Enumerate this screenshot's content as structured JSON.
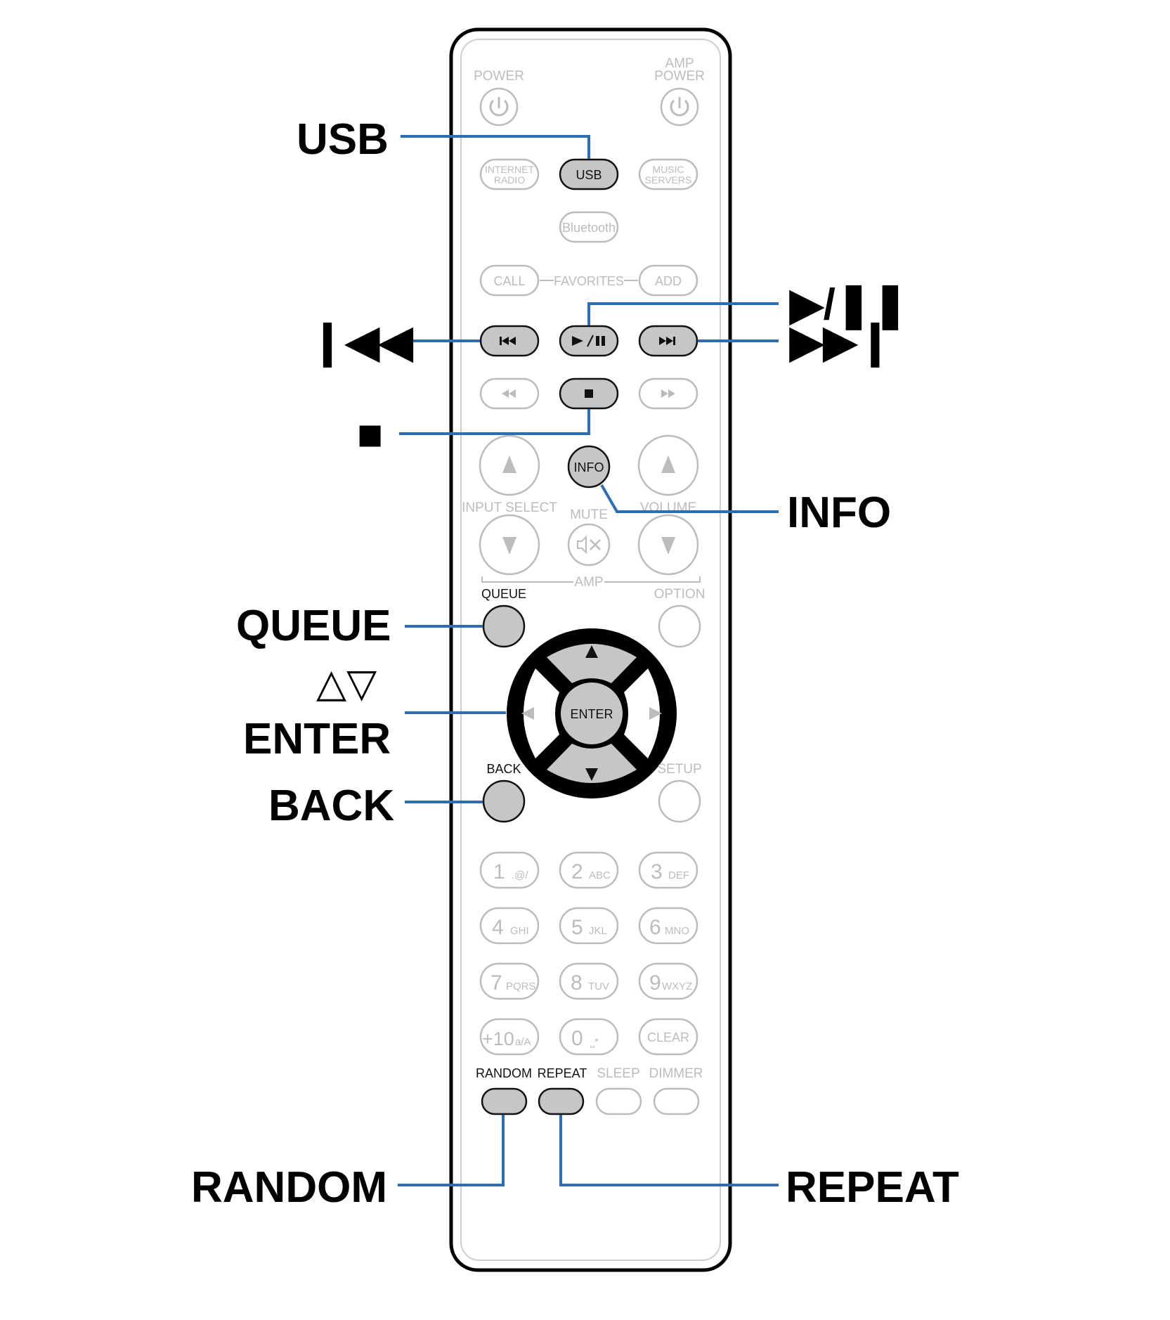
{
  "remote": {
    "power": "POWER",
    "amp_power_1": "AMP",
    "amp_power_2": "POWER",
    "internet_radio_1": "INTERNET",
    "internet_radio_2": "RADIO",
    "usb": "USB",
    "music_servers_1": "MUSIC",
    "music_servers_2": "SERVERS",
    "bluetooth": "Bluetooth",
    "call": "CALL",
    "favorites": "FAVORITES",
    "add": "ADD",
    "info": "INFO",
    "input_select": "INPUT SELECT",
    "mute": "MUTE",
    "volume": "VOLUME",
    "amp": "AMP",
    "queue": "QUEUE",
    "option": "OPTION",
    "enter": "ENTER",
    "back": "BACK",
    "setup": "SETUP",
    "keys": [
      {
        "num": "1",
        "sub": ".@/"
      },
      {
        "num": "2",
        "sub": "ABC"
      },
      {
        "num": "3",
        "sub": "DEF"
      },
      {
        "num": "4",
        "sub": "GHI"
      },
      {
        "num": "5",
        "sub": "JKL"
      },
      {
        "num": "6",
        "sub": "MNO"
      },
      {
        "num": "7",
        "sub": "PQRS"
      },
      {
        "num": "8",
        "sub": "TUV"
      },
      {
        "num": "9",
        "sub": "WXYZ"
      },
      {
        "num": "+10",
        "sub": "a/A"
      },
      {
        "num": "0",
        "sub": "⎵*"
      }
    ],
    "clear": "CLEAR",
    "random": "RANDOM",
    "repeat": "REPEAT",
    "sleep": "SLEEP",
    "dimmer": "DIMMER"
  },
  "callouts": {
    "usb": "USB",
    "play_pause": "▶/❚❚",
    "previous": "❙◀◀",
    "next": "▶▶❙",
    "stop": "■",
    "info": "INFO",
    "queue": "QUEUE",
    "up_down": "△▽",
    "enter": "ENTER",
    "back": "BACK",
    "random": "RANDOM",
    "repeat": "REPEAT"
  },
  "colors": {
    "leader_line": "#2e6db4",
    "highlight_button": "#c6c6c6",
    "inactive_outline": "#bcbcbc",
    "remote_outline": "#000000"
  }
}
